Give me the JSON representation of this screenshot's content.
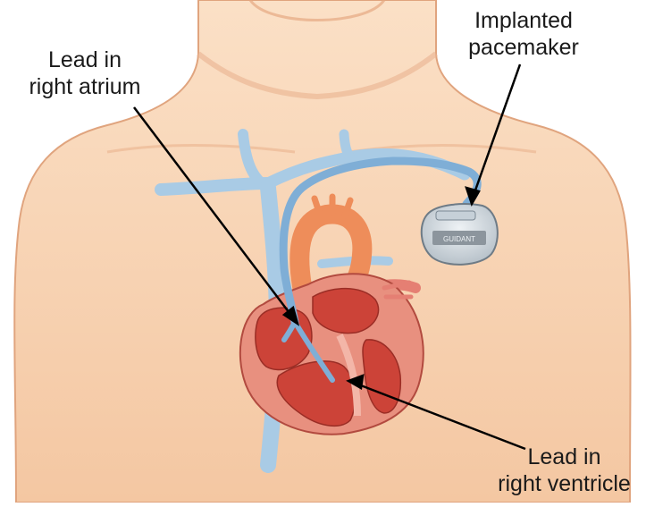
{
  "labels": {
    "pacemaker": [
      "Implanted",
      "pacemaker"
    ],
    "atrium": [
      "Lead in",
      "right atrium"
    ],
    "ventricle": [
      "Lead in",
      "right ventricle"
    ]
  },
  "device": {
    "brand_text": "GUIDANT"
  },
  "colors": {
    "skin": "#f6cdab",
    "skin_shadow": "#e8ad88",
    "vein": "#b5d3ea",
    "vein_dark": "#8cb7d8",
    "lead": "#8fb9de",
    "heart_outer": "#e48a7a",
    "heart_inner": "#cc3f35",
    "aorta": "#f1905c",
    "device": "#d7dde2"
  }
}
